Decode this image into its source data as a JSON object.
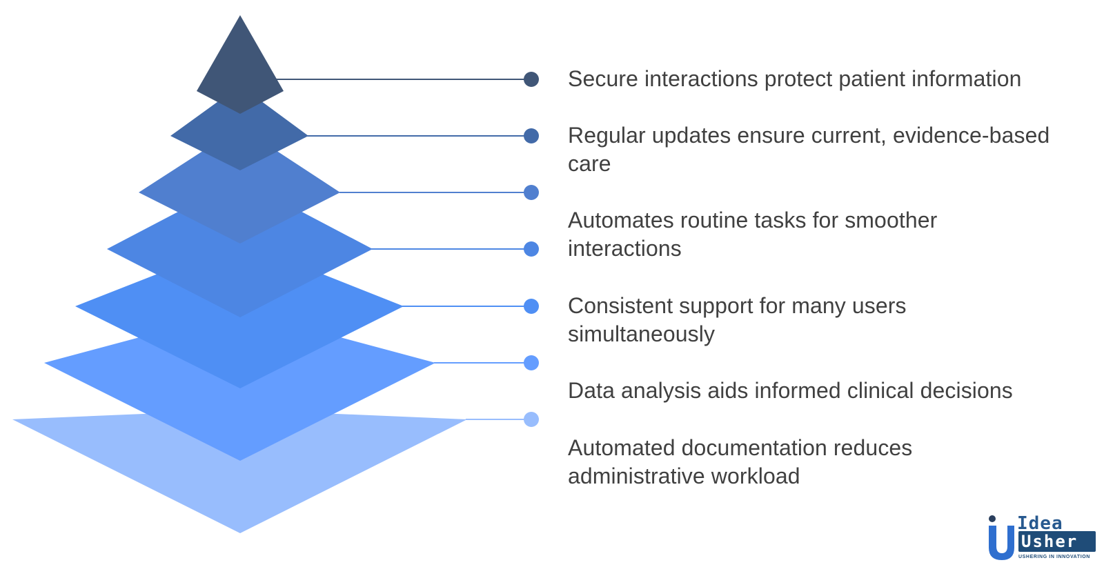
{
  "pyramid": {
    "layers": [
      {
        "label": "Secure interactions protect patient information",
        "color": "#405677"
      },
      {
        "label": "Regular updates ensure current, evidence-based care",
        "color": "#426aa8"
      },
      {
        "label": "Automates routine tasks for smoother interactions",
        "color": "#507fcf"
      },
      {
        "label": "Consistent support for many users simultaneously",
        "color": "#4d86e3"
      },
      {
        "label": "Data analysis aids informed clinical decisions",
        "color": "#4f8ff4"
      },
      {
        "label": "Automated documentation reduces administrative workload",
        "color": "#649dff"
      },
      {
        "label": "",
        "color": "#98bdfd"
      }
    ],
    "connector_dot_colors": [
      "#405677",
      "#426aa8",
      "#507fcf",
      "#4d86e3",
      "#4f8ff4",
      "#649dff",
      "#98bdfd"
    ]
  },
  "labels": {
    "l1": "Secure interactions protect patient information",
    "l2a": "Regular updates ensure current, evidence-based",
    "l2b": "care",
    "l3a": "Automates routine tasks for smoother",
    "l3b": "interactions",
    "l4a": "Consistent support for many users",
    "l4b": "simultaneously",
    "l5": "Data analysis aids informed clinical decisions",
    "l6a": "Automated documentation reduces",
    "l6b": "administrative workload"
  },
  "logo": {
    "word1": "Idea",
    "word2": "Usher",
    "tagline": "USHERING IN INNOVATION"
  }
}
